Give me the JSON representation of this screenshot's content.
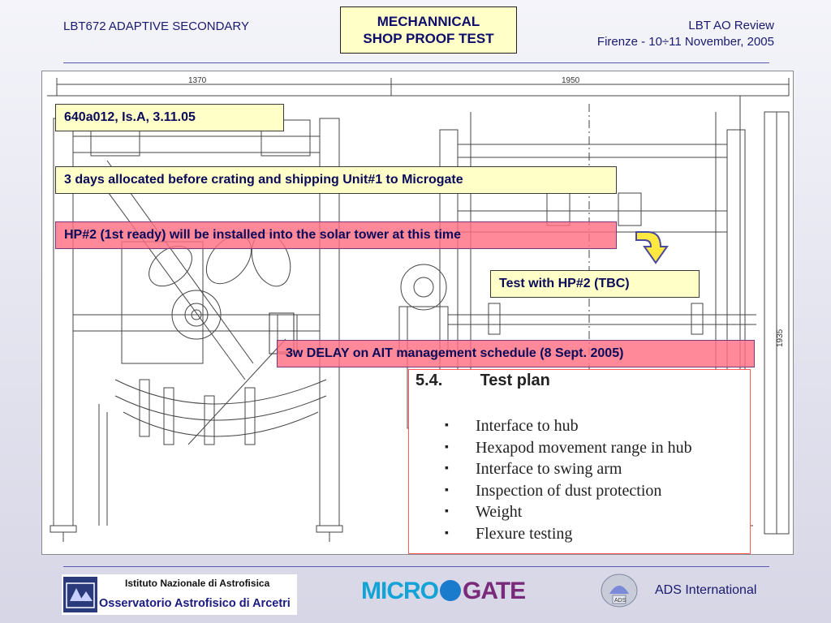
{
  "header": {
    "left": "LBT672 ADAPTIVE SECONDARY",
    "title_line1": "MECHANNICAL",
    "title_line2": "SHOP PROOF TEST",
    "right_line1": "LBT AO Review",
    "right_line2": "Firenze - 10÷11 November, 2005"
  },
  "drawing": {
    "dim_left": "1370",
    "dim_right": "1950",
    "dim_vertical": "1935"
  },
  "callouts": {
    "doc_ref": "640a012, Is.A, 3.11.05",
    "allocation": "3 days allocated before crating and shipping Unit#1 to Microgate",
    "hp2_install": "HP#2 (1st ready) will be installed into the solar tower at this time",
    "test_hp2": "Test with HP#2 (TBC)",
    "delay": "3w DELAY on AIT management schedule (8 Sept. 2005)"
  },
  "test_plan": {
    "number": "5.4.",
    "heading": "Test plan",
    "items": [
      "Interface to hub",
      "Hexapod movement range in hub",
      "Interface to swing arm",
      "Inspection of dust protection",
      "Weight",
      "Flexure testing"
    ],
    "bullet": "▪"
  },
  "footer": {
    "inaf_line1": "Istituto Nazionale di Astrofisica",
    "inaf_line2": "Osservatorio Astrofisico di Arcetri",
    "microgate_left": "MICRO",
    "microgate_right": "GATE",
    "ads_badge": "ADS",
    "ads": "ADS International"
  },
  "colors": {
    "header_text": "#1a1a6e",
    "callout_yellow": "#ffffc8",
    "callout_red": "#ff6e82",
    "arrow_yellow": "#ffe840"
  }
}
